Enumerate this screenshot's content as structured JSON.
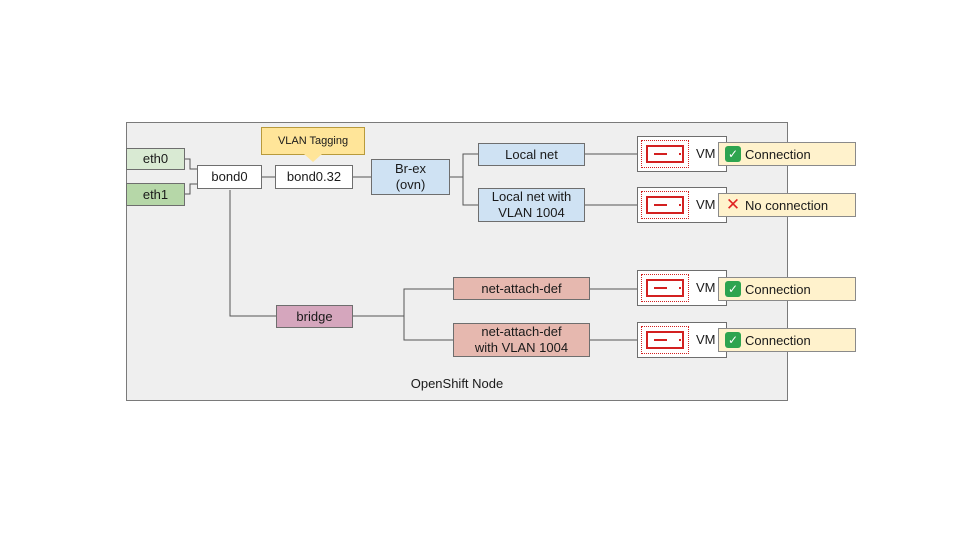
{
  "node_label": "OpenShift Node",
  "interfaces": {
    "eth0": "eth0",
    "eth1": "eth1"
  },
  "bond": "bond0",
  "bond_vlan": "bond0.32",
  "vlan_note": "VLAN Tagging",
  "br_ex": {
    "line1": "Br-ex",
    "line2": "(ovn)"
  },
  "bridge": "bridge",
  "networks": {
    "local_net": "Local net",
    "local_net_vlan": {
      "line1": "Local net with",
      "line2": "VLAN 1004"
    },
    "nad": "net-attach-def",
    "nad_vlan": {
      "line1": "net-attach-def",
      "line2": "with VLAN 1004"
    }
  },
  "vm_label": "VM",
  "vms": [
    {
      "status": "Connection",
      "ok": true,
      "mark": "✓"
    },
    {
      "status": "No connection",
      "ok": false,
      "mark": "✕"
    },
    {
      "status": "Connection",
      "ok": true,
      "mark": "✓"
    },
    {
      "status": "Connection",
      "ok": true,
      "mark": "✓"
    }
  ],
  "colors": {
    "eth0": "#d9ead3",
    "eth1": "#b6d7a8",
    "br_ex": "#cfe2f3",
    "net_attach_def": "#e6b8af",
    "bridge": "#d5a6bd",
    "status": "#fff2cc",
    "vlan_note": "#ffe599",
    "vm_icon": "#d32020"
  }
}
